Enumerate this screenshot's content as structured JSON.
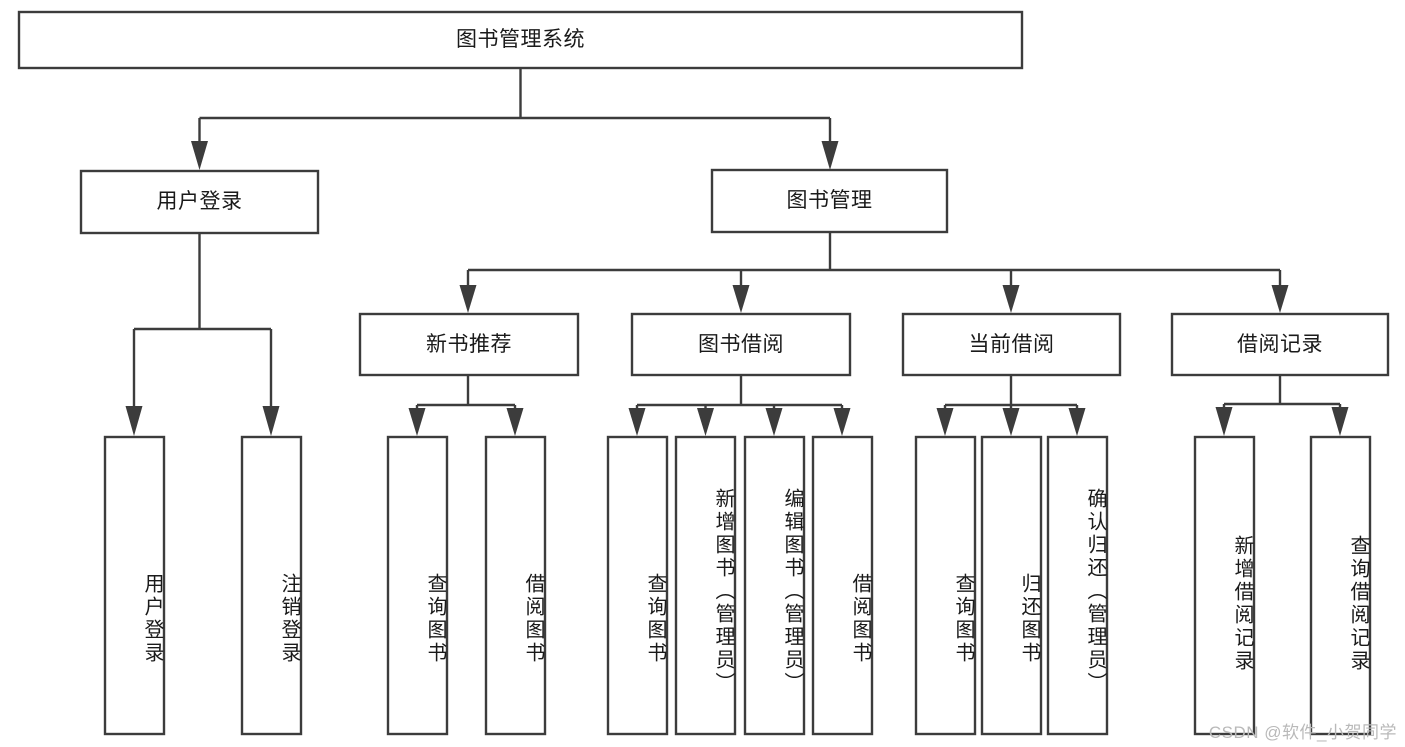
{
  "diagram": {
    "title": "图书管理系统",
    "type": "tree",
    "theme": {
      "background": "#ffffff",
      "box_fill": "#ffffff",
      "box_stroke": "#3c3c3c",
      "text_color": "#1a1a1a",
      "watermark_color": "#b9b9b9"
    },
    "watermark": "CSDN @软件_小贺同学",
    "nodes": {
      "root": {
        "label": "图书管理系统",
        "level": 1,
        "orientation": "horizontal"
      },
      "user_login": {
        "label": "用户登录",
        "level": 2,
        "orientation": "horizontal"
      },
      "book_manage": {
        "label": "图书管理",
        "level": 2,
        "orientation": "horizontal"
      },
      "new_book_rec": {
        "label": "新书推荐",
        "level": 3,
        "orientation": "horizontal"
      },
      "book_borrow": {
        "label": "图书借阅",
        "level": 3,
        "orientation": "horizontal"
      },
      "current_borrow": {
        "label": "当前借阅",
        "level": 3,
        "orientation": "horizontal"
      },
      "borrow_record": {
        "label": "借阅记录",
        "level": 3,
        "orientation": "horizontal"
      },
      "leaf_user_login": {
        "label": "用户登录",
        "level": 4,
        "orientation": "vertical"
      },
      "leaf_logout": {
        "label": "注销登录",
        "level": 4,
        "orientation": "vertical"
      },
      "leaf_query_book_1": {
        "label": "查询图书",
        "level": 4,
        "orientation": "vertical"
      },
      "leaf_borrow_book_1": {
        "label": "借阅图书",
        "level": 4,
        "orientation": "vertical"
      },
      "leaf_query_book_2": {
        "label": "查询图书",
        "level": 4,
        "orientation": "vertical"
      },
      "leaf_add_book": {
        "label": "新增图书（管理员）",
        "level": 4,
        "orientation": "vertical"
      },
      "leaf_edit_book": {
        "label": "编辑图书（管理员）",
        "level": 4,
        "orientation": "vertical"
      },
      "leaf_borrow_book_2": {
        "label": "借阅图书",
        "level": 4,
        "orientation": "vertical"
      },
      "leaf_query_book_3": {
        "label": "查询图书",
        "level": 4,
        "orientation": "vertical"
      },
      "leaf_return_book": {
        "label": "归还图书",
        "level": 4,
        "orientation": "vertical"
      },
      "leaf_confirm_return": {
        "label": "确认归还（管理员）",
        "level": 4,
        "orientation": "vertical"
      },
      "leaf_add_record": {
        "label": "新增借阅记录",
        "level": 4,
        "orientation": "vertical"
      },
      "leaf_query_record": {
        "label": "查询借阅记录",
        "level": 4,
        "orientation": "vertical"
      }
    },
    "edges": [
      {
        "from": "root",
        "to": "user_login"
      },
      {
        "from": "root",
        "to": "book_manage"
      },
      {
        "from": "user_login",
        "to": "leaf_user_login"
      },
      {
        "from": "user_login",
        "to": "leaf_logout"
      },
      {
        "from": "book_manage",
        "to": "new_book_rec"
      },
      {
        "from": "book_manage",
        "to": "book_borrow"
      },
      {
        "from": "book_manage",
        "to": "current_borrow"
      },
      {
        "from": "book_manage",
        "to": "borrow_record"
      },
      {
        "from": "new_book_rec",
        "to": "leaf_query_book_1"
      },
      {
        "from": "new_book_rec",
        "to": "leaf_borrow_book_1"
      },
      {
        "from": "book_borrow",
        "to": "leaf_query_book_2"
      },
      {
        "from": "book_borrow",
        "to": "leaf_add_book"
      },
      {
        "from": "book_borrow",
        "to": "leaf_edit_book"
      },
      {
        "from": "book_borrow",
        "to": "leaf_borrow_book_2"
      },
      {
        "from": "current_borrow",
        "to": "leaf_query_book_3"
      },
      {
        "from": "current_borrow",
        "to": "leaf_return_book"
      },
      {
        "from": "current_borrow",
        "to": "leaf_confirm_return"
      },
      {
        "from": "borrow_record",
        "to": "leaf_add_record"
      },
      {
        "from": "borrow_record",
        "to": "leaf_query_record"
      }
    ]
  }
}
